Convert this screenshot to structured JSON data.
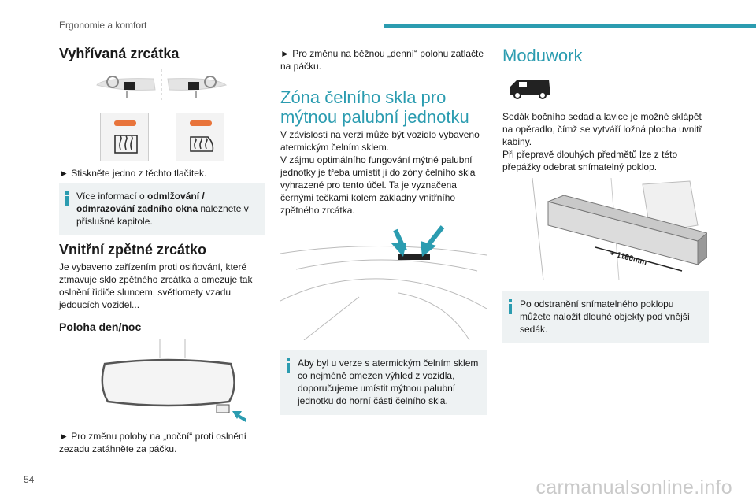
{
  "header": {
    "section": "Ergonomie a komfort",
    "page_number": "54"
  },
  "watermark": "carmanualsonline.info",
  "col1": {
    "heated_title": "Vyhřívaná zrcátka",
    "heated_instruction": "► Stiskněte jedno z těchto tlačítek.",
    "note_prefix": "Více informací o ",
    "note_bold": "odmlžování / odmrazování zadního okna",
    "note_suffix": " naleznete v příslušné kapitole.",
    "mirror_title": "Vnitřní zpětné zrcátko",
    "mirror_text": "Je vybaveno zařízením proti oslňování, které ztmavuje sklo zpětného zrcátka a omezuje tak oslnění řidiče sluncem, světlomety vzadu jedoucích vozidel...",
    "daynight_title": "Poloha den/noc",
    "daynight_instruction": "► Pro změnu polohy na „noční“ proti oslnění zezadu zatáhněte za páčku."
  },
  "col2": {
    "day_instruction": "► Pro změnu na běžnou „denní“ polohu zatlačte na páčku.",
    "zone_title": "Zóna čelního skla pro mýtnou palubní jednotku",
    "zone_text": "V závislosti na verzi může být vozidlo vybaveno atermickým čelním sklem.\nV zájmu optimálního fungování mýtné palubní jednotky je třeba umístit ji do zóny čelního skla vyhrazené pro tento účel. Ta je vyznačena černými tečkami kolem základny vnitřního zpětného zrcátka.",
    "note_text": "Aby byl u verze s atermickým čelním sklem co nejméně omezen výhled z vozidla, doporučujeme umístit mýtnou palubní jednotku do horní části čelního skla."
  },
  "col3": {
    "moduwork_title": "Moduwork",
    "moduwork_text": "Sedák bočního sedadla lavice je možné sklápět na opěradlo, čímž se vytváří ložná plocha uvnitř kabiny.\nPři přepravě dlouhých předmětů lze z této přepážky odebrat snímatelný poklop.",
    "dimension_label": "+ 1160mm",
    "note_text": "Po odstranění snímatelného poklopu můžete naložit dlouhé objekty pod vnější sedák."
  },
  "colors": {
    "accent": "#2b9cb0",
    "note_bg": "#eef2f3",
    "orange": "#e8743b"
  }
}
